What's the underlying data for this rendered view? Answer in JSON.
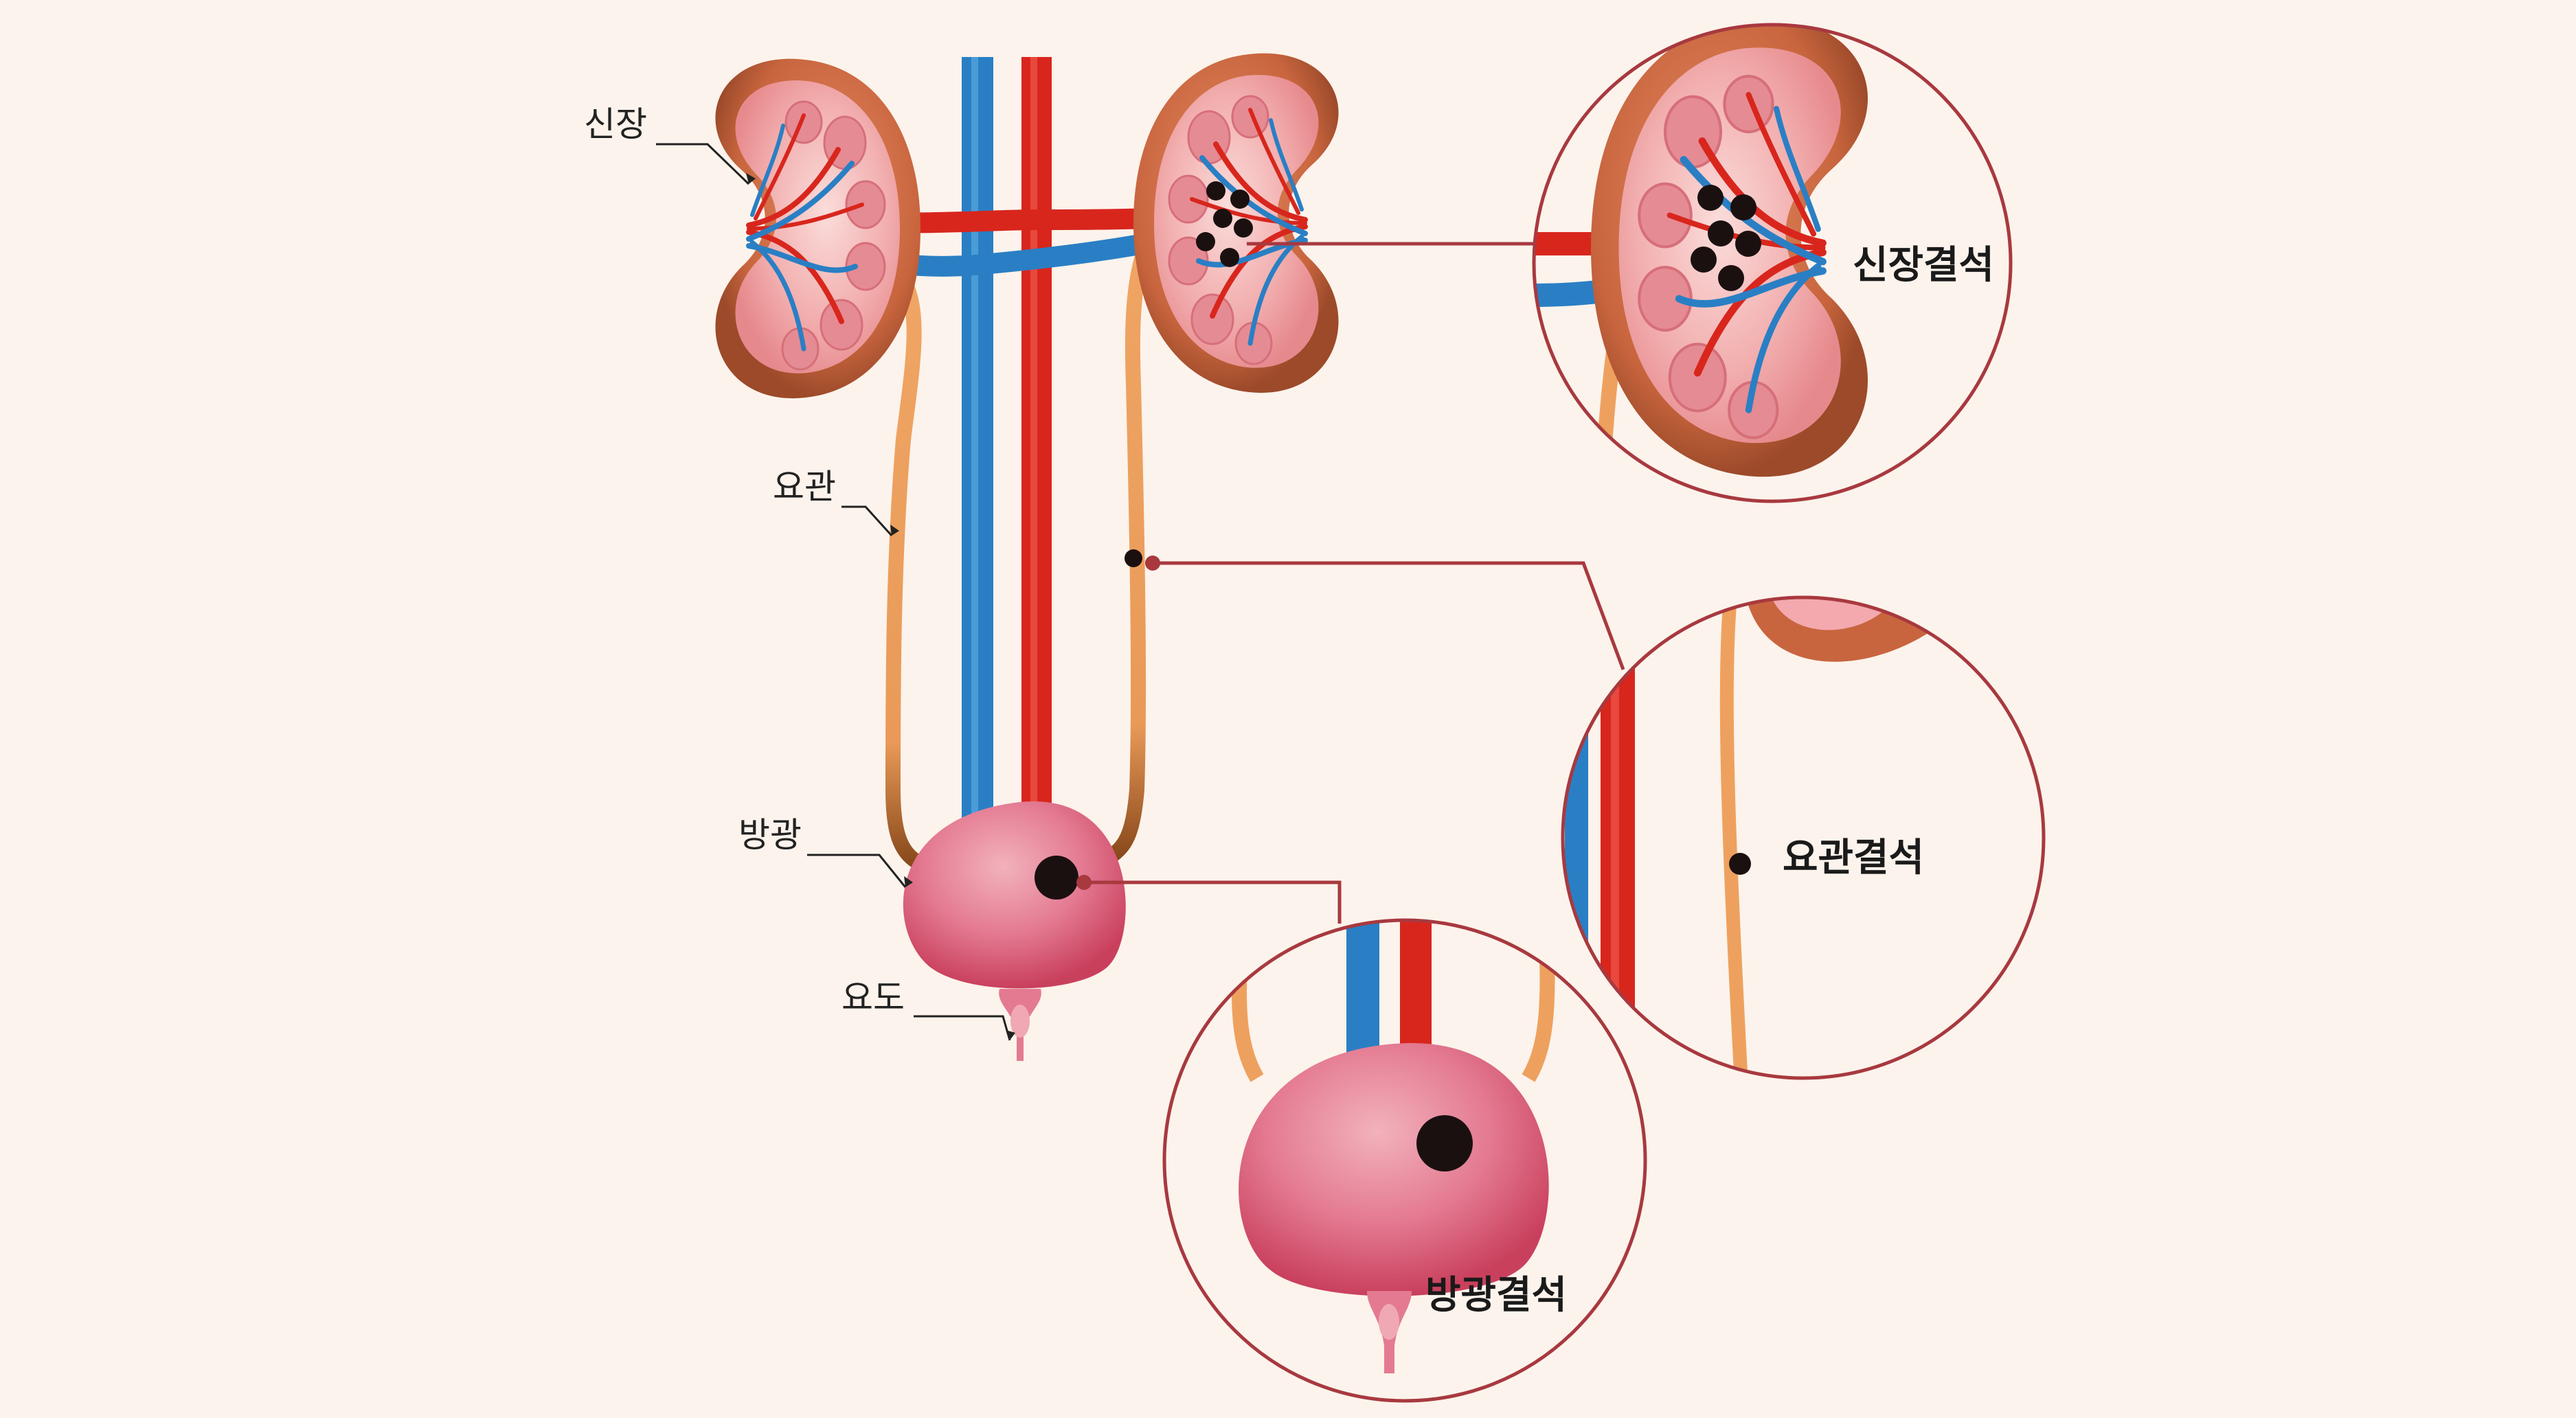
{
  "labels": {
    "kidney": "신장",
    "ureter": "요관",
    "bladder": "방광",
    "urethra": "요도"
  },
  "callouts": {
    "kidney_stone": "신장결석",
    "ureter_stone": "요관결석",
    "bladder_stone": "방광결석"
  },
  "colors": {
    "background": "#fcf3ec",
    "vein": "#2a7fc4",
    "artery": "#d8261d",
    "ureter": "#eea15e",
    "kidney_outer": "#c8653e",
    "kidney_inner": "#f3a9ae",
    "bladder": "#e26a84",
    "stone": "#1b1010",
    "callout_line": "#a8393f"
  }
}
